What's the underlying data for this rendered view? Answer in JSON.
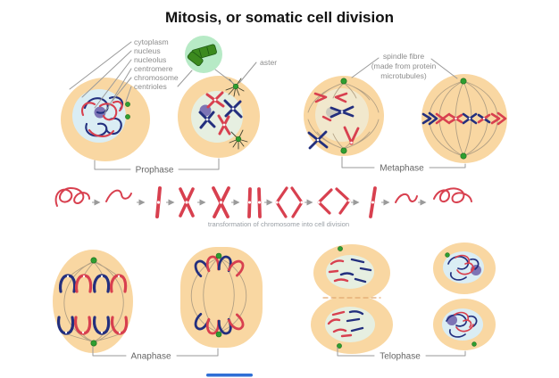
{
  "title": "Mitosis, or somatic cell division",
  "labels": {
    "organelles": [
      "cytoplasm",
      "nucleus",
      "nucleolus",
      "centromere",
      "chromosome",
      "centrioles"
    ],
    "aster": "aster",
    "spindle": [
      "spindle fibre",
      "(made from protein",
      "microtubules)"
    ]
  },
  "phases": {
    "prophase": "Prophase",
    "metaphase": "Metaphase",
    "anaphase": "Anaphase",
    "telophase": "Telophase"
  },
  "caption": "transformation of chromosome into cell division",
  "colors": {
    "cytoplasm": "#f9d7a2",
    "nucleusBlue": "#daedf4",
    "nucleusGreen": "#e6efe1",
    "nucleusTan": "#f1e8cd",
    "nucleolus": "#7d74b5",
    "nucleolusFaded": "#cbc9bd",
    "chromRed": "#d8404f",
    "chromNavy": "#232f7e",
    "centriole": "#2f9e31",
    "centrioleDark": "#1e6e1e",
    "zoomCircle": "#b7eac6",
    "zoomCentriole": "#3c8a1e",
    "spindle": "#b2a084",
    "aster": "#43432f",
    "leader": "#9a9a9a",
    "labelText": "#8c8c8c",
    "phaseText": "#666666",
    "captionText": "#9aa0a6",
    "titleText": "#111111",
    "cleavage": "#e2a96f",
    "watermark": "#2f6fd6"
  }
}
